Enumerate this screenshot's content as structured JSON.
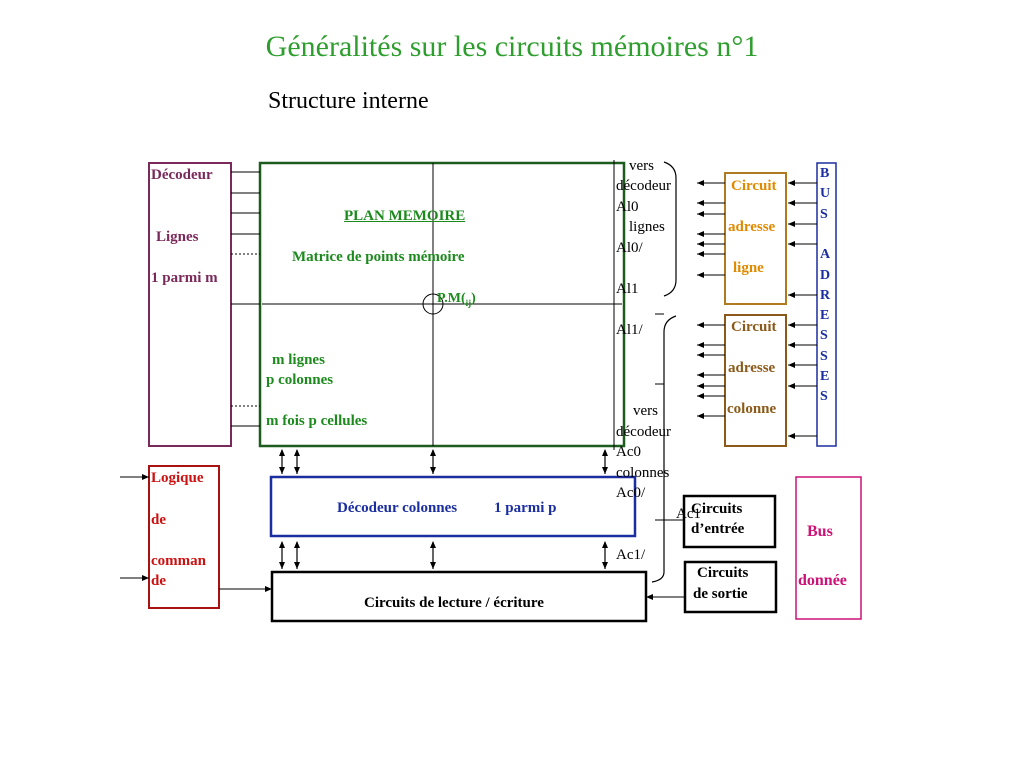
{
  "title": "Généralités sur les circuits mémoires n°1",
  "subtitle": "Structure interne",
  "row_decoder": {
    "l1": "Décodeur",
    "l2": "Lignes",
    "l3": "1 parmi m"
  },
  "memory_plane": {
    "heading": "PLAN MEMOIRE",
    "matrix": "Matrice de points mémoire",
    "point": "P.M(",
    "point_sub": "ij",
    "point_end": ")",
    "rows": "m lignes",
    "cols": "p colonnes",
    "cells": "m fois p cellules"
  },
  "addr_labels": {
    "vers_1": "vers",
    "decodeur_1": "décodeur",
    "al0": "Al0",
    "lignes": "lignes",
    "al0n": "Al0/",
    "al1": "Al1",
    "al1n": "Al1/",
    "vers_2": "vers",
    "decodeur_2": "décodeur",
    "ac0": "Ac0",
    "colonnes": "colonnes",
    "ac0n": "Ac0/",
    "ac1": "Ac1",
    "ac1n": "Ac1/"
  },
  "row_addr_circuit": {
    "l1": "Circuit",
    "l2": "adresse",
    "l3": "ligne"
  },
  "col_addr_circuit": {
    "l1": "Circuit",
    "l2": "adresse",
    "l3": "colonne"
  },
  "address_bus": [
    "B",
    "U",
    "S",
    "",
    "A",
    "D",
    "R",
    "E",
    "S",
    "S",
    "E",
    "S"
  ],
  "control_logic": {
    "l1": "Logique",
    "l2": "de",
    "l3": "comman",
    "l4": "de"
  },
  "column_decoder": {
    "label": "Décodeur colonnes",
    "sel": "1 parmi p"
  },
  "rw_circuits": "Circuits de lecture / écriture",
  "input_circuits": {
    "l1": "Circuits",
    "l2": "d’entrée"
  },
  "output_circuits": {
    "l1": "Circuits",
    "l2": "de sortie"
  },
  "data_bus": {
    "l1": "Bus",
    "l2": "donnée"
  },
  "colors": {
    "title": "#2e9e2e",
    "green": "#1d8a1d",
    "purple": "#7a2a5a",
    "red": "#cc1111",
    "blue": "#1a2ea0",
    "orange": "#e08a00",
    "brown": "#8b5a1a",
    "magenta": "#cc1177"
  }
}
